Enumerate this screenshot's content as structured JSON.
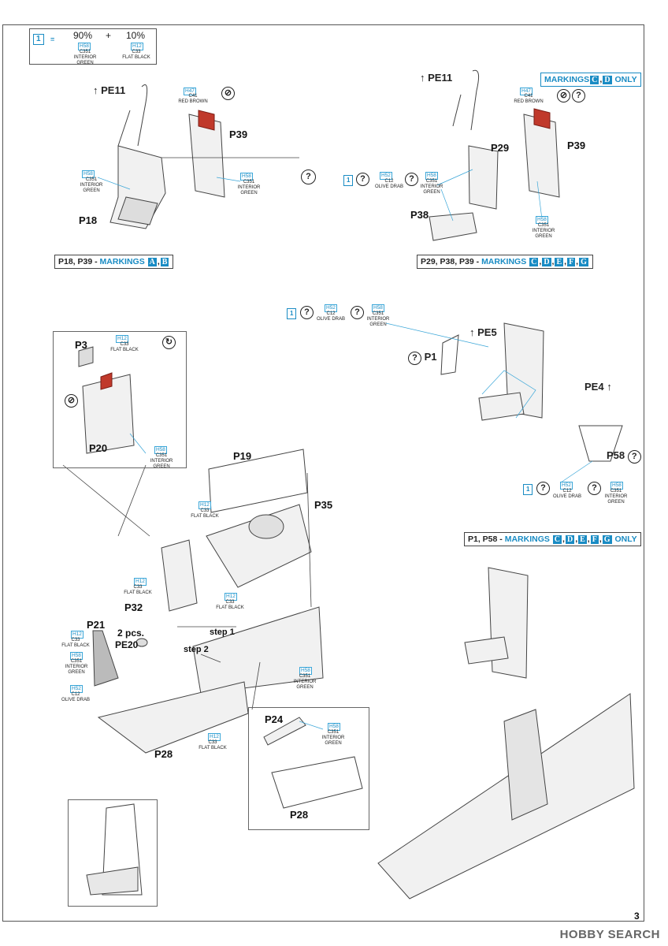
{
  "page_number": "3",
  "watermark": "HOBBY SEARCH",
  "legend": {
    "key": "1",
    "eq": "=",
    "pct_a": "90%",
    "plus": "+",
    "pct_b": "10%",
    "a_h": "H58",
    "a_c": "C351",
    "a_name1": "INTERIOR",
    "a_name2": "GREEN",
    "b_h": "H12",
    "b_c": "C33",
    "b_name": "FLAT BLACK"
  },
  "parts": {
    "pe11": "PE11",
    "p39": "P39",
    "p18": "P18",
    "p29": "P29",
    "p38": "P38",
    "pe5": "PE5",
    "p1": "P1",
    "pe4": "PE4",
    "p58": "P58",
    "p3": "P3",
    "p20": "P20",
    "p19": "P19",
    "p35": "P35",
    "p32": "P32",
    "p21": "P21",
    "pe20": "PE20",
    "p28": "P28",
    "p24": "P24"
  },
  "labels": {
    "step1": "step 1",
    "step2": "step 2",
    "two_pcs": "2 pcs.",
    "q": "?",
    "one": "1"
  },
  "colors_ref": {
    "h47": "H47",
    "c41": "C41",
    "red_brown": "RED BROWN",
    "h58": "H58",
    "c351": "C351",
    "interior": "INTERIOR",
    "green": "GREEN",
    "h52": "H52",
    "c12": "C12",
    "olive_drab": "OLIVE DRAB",
    "h12": "H12",
    "c33": "C33",
    "flat_black": "FLAT BLACK"
  },
  "markings": {
    "ab_prefix": "P18, P39 - ",
    "word": "MARKINGS",
    "a": "A",
    "b": "B",
    "cg_prefix": "P29, P38, P39 - ",
    "c": "C",
    "d": "D",
    "e": "E",
    "f": "F",
    "g": "G",
    "cd_only": "ONLY",
    "p1p58_prefix": "P1, P58 - ",
    "comma": ","
  },
  "accent": "#1a8cc4"
}
